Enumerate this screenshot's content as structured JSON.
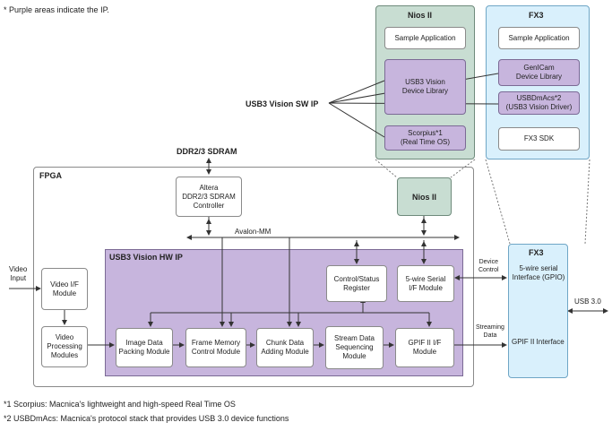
{
  "note_top": "* Purple areas indicate the IP.",
  "nios": {
    "title": "Nios II",
    "sample_app": "Sample Application",
    "usb3_lib": [
      "USB3 Vision",
      "Device Library"
    ],
    "scorpius": [
      "Scorpius*1",
      "(Real Time OS)"
    ],
    "block_label": "Nios II"
  },
  "fx3": {
    "title": "FX3",
    "sample_app": "Sample Application",
    "genicam": [
      "GenICam",
      "Device Library"
    ],
    "usbdmacs": [
      "USBDmAcs*2",
      "(USB3 Vision Driver)"
    ],
    "sdk": "FX3 SDK",
    "chip_title": "FX3",
    "gpio": [
      "5-wire serial",
      "Interface (GPIO)"
    ],
    "gpif": "GPIF II Interface"
  },
  "sw_ip_label": "USB3 Vision SW IP",
  "sdram_label": "DDR2/3 SDRAM",
  "fpga_label": "FPGA",
  "sdram_ctrl": [
    "Altera",
    "DDR2/3 SDRAM",
    "Controller"
  ],
  "avalon": "Avalon-MM",
  "hw_ip_label": "USB3 Vision HW IP",
  "video_input": [
    "Video",
    "Input"
  ],
  "video_if": [
    "Video I/F",
    "Module"
  ],
  "video_proc": [
    "Video",
    "Processing",
    "Modules"
  ],
  "control_reg": [
    "Control/Status",
    "Register"
  ],
  "serial_if": [
    "5-wire Serial",
    "I/F Module"
  ],
  "pipeline": [
    [
      "Image Data",
      "Packing Module"
    ],
    [
      "Frame Memory",
      "Control Module"
    ],
    [
      "Chunk Data",
      "Adding Module"
    ],
    [
      "Stream Data",
      "Sequencing",
      "Module"
    ],
    [
      "GPIF II I/F",
      "Module"
    ]
  ],
  "device_control": [
    "Device",
    "Control"
  ],
  "streaming_data": [
    "Streaming",
    "Data"
  ],
  "usb30": "USB 3.0",
  "footnotes": [
    "*1 Scorpius: Macnica's lightweight and high-speed Real Time OS",
    "*2 USBDmAcs: Macnica's protocol stack that provides USB 3.0 device functions"
  ]
}
